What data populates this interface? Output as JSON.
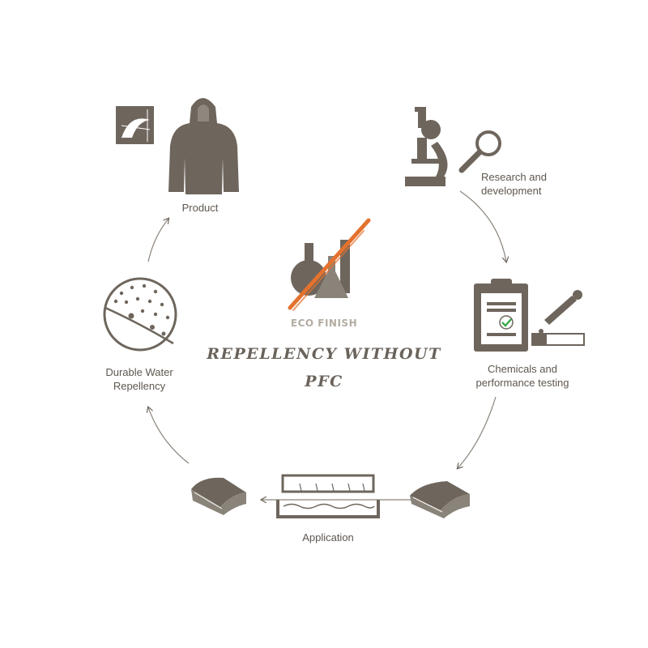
{
  "colors": {
    "icon": "#6e665d",
    "text": "#5e574f",
    "accent": "#e4722e",
    "check": "#3aa84a",
    "muted": "#b4aca2"
  },
  "center": {
    "icon": "factory-crossed-icon",
    "badge": "ECO FINISH",
    "tagline_line1": "Repellency without",
    "tagline_line2": "PFC"
  },
  "steps": [
    {
      "icon": "microscope-magnifier-icon",
      "line1": "Research and",
      "line2": "development"
    },
    {
      "icon": "clipboard-dropper-icon",
      "line1": "Chemicals and",
      "line2": "performance testing"
    },
    {
      "icon": "fabric-bath-icon",
      "line1": "Application"
    },
    {
      "icon": "water-droplets-icon",
      "line1": "Durable Water",
      "line2": "Repellency"
    },
    {
      "icon": "jacket-icon",
      "line1": "Product"
    }
  ]
}
